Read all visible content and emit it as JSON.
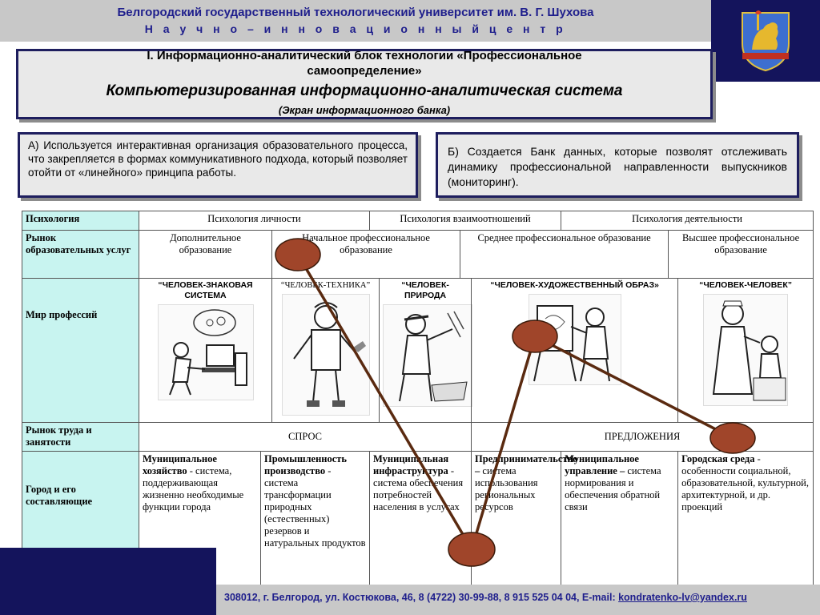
{
  "header": {
    "university": "Белгородский государственный технологический университет им. В. Г. Шухова",
    "center": "Н а у ч н о   – и н н о в а ц и о н н ы й  ц е н т р"
  },
  "emblem": {
    "icon": "coat-of-arms-lion-icon"
  },
  "title": {
    "line1": "I. Информационно-аналитический блок технологии «Профессиональное",
    "line2": "самоопределение»",
    "line3": "Компьютеризированная информационно-аналитическая система",
    "line4": "(Экран информационного банка)"
  },
  "notes": {
    "a": "А) Используется интерактивная организация образовательного процесса, что закрепляется в формах коммуникативного подхода, который позволяет  отойти от «линейного» принципа работы.",
    "b": "Б) Создается Банк данных, которые позволят отслеживать динамику профессиональной направленности выпускников (мониторинг)."
  },
  "table": {
    "row_psych": {
      "label": "Психология",
      "cols": [
        "Психология личности",
        "Психология взаимоотношений",
        "Психология деятельности"
      ]
    },
    "row_market": {
      "label": "Рынок образовательных услуг",
      "cols": [
        "Дополнительное образование",
        "Начальное профессиональное образование",
        "Среднее профессиональное образование",
        "Высшее профессиональное образование"
      ]
    },
    "row_professions": {
      "label": "Мир профессий",
      "cols": [
        "“ЧЕЛОВЕК-ЗНАКОВАЯ СИСТЕМА",
        "“ЧЕЛОВЕК-ТЕХНИКА”",
        "“ЧЕЛОВЕК-ПРИРОДА",
        "“ЧЕЛОВЕК-ХУДОЖЕСТВЕННЫЙ ОБРАЗ»",
        "“ЧЕЛОВЕК-ЧЕЛОВЕК”"
      ]
    },
    "row_labor": {
      "label": "Рынок труда и занятости",
      "demand": "СПРОС",
      "supply": "ПРЕДЛОЖЕНИЯ"
    },
    "row_city": {
      "label": "Город и его составляющие",
      "cols": [
        {
          "title": "Муниципальное хозяйство",
          "text": " - система, поддерживающая жизненно необходимые функции города"
        },
        {
          "title": "Промышленность производство",
          "text": " - система трансформации природных (естественных) резервов и натуральных продуктов"
        },
        {
          "title": "Муниципальная инфраструктура",
          "text": " - система обеспечения потребностей населения в услугах"
        },
        {
          "title": "Предпринимательство –",
          "text": " система использования региональных ресурсов"
        },
        {
          "title": "Муниципальное управление –",
          "text": " система нормирования и обеспечения обратной связи"
        },
        {
          "title": "Городская среда",
          "text": " - особенности социальной, образовательной, культурной, архитектурной,  и др. проекций"
        }
      ]
    }
  },
  "footer": {
    "address": "308012, г. Белгород, ул. Костюкова, 46, 8 (4722) 30-99-88, 8 915 525 04 04,  E-mail: ",
    "email": "kondratenko-lv@yandex.ru"
  },
  "colors": {
    "header_text": "#1e1e8c",
    "dark_navy": "#14145c",
    "label_cell": "#c8f4f0",
    "marker_fill": "#a0452a",
    "connector": "#5a2a10"
  }
}
